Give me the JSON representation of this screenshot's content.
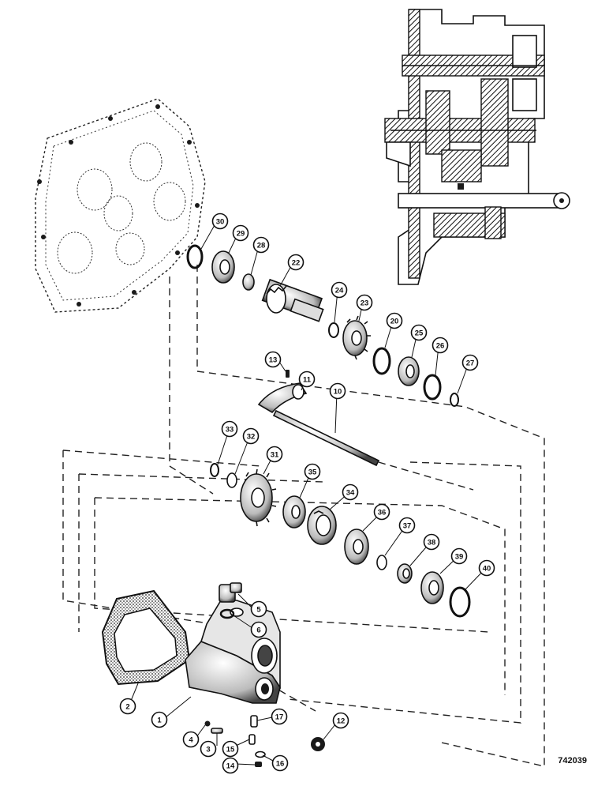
{
  "drawing_code": "742039",
  "callouts": [
    {
      "n": "1"
    },
    {
      "n": "2"
    },
    {
      "n": "3"
    },
    {
      "n": "4"
    },
    {
      "n": "5"
    },
    {
      "n": "6"
    },
    {
      "n": "10"
    },
    {
      "n": "11"
    },
    {
      "n": "12"
    },
    {
      "n": "13"
    },
    {
      "n": "14"
    },
    {
      "n": "15"
    },
    {
      "n": "16"
    },
    {
      "n": "17"
    },
    {
      "n": "20"
    },
    {
      "n": "22"
    },
    {
      "n": "23"
    },
    {
      "n": "24"
    },
    {
      "n": "25"
    },
    {
      "n": "26"
    },
    {
      "n": "27"
    },
    {
      "n": "28"
    },
    {
      "n": "29"
    },
    {
      "n": "30"
    },
    {
      "n": "31"
    },
    {
      "n": "32"
    },
    {
      "n": "33"
    },
    {
      "n": "34"
    },
    {
      "n": "35"
    },
    {
      "n": "36"
    },
    {
      "n": "37"
    },
    {
      "n": "38"
    },
    {
      "n": "39"
    },
    {
      "n": "40"
    }
  ]
}
